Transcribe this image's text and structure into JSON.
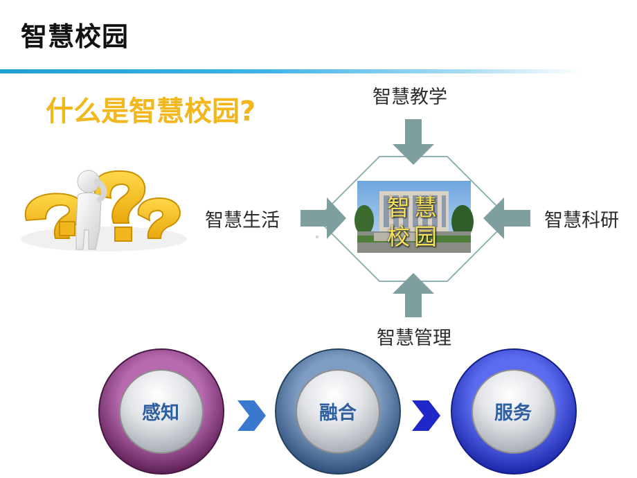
{
  "slide": {
    "title": "智慧校园",
    "question": "什么是智慧校园?"
  },
  "diagram": {
    "center_image_text_line1": "智慧",
    "center_image_text_line2": "校园",
    "labels": {
      "top": "智慧教学",
      "left": "智慧生活",
      "right": "智慧科研",
      "bottom": "智慧管理"
    },
    "arrow_color": "#7f9f9f",
    "octagon_stroke": "#8fb0b0"
  },
  "process": {
    "steps": [
      {
        "label": "感知",
        "ring_color": "#7a2e6e"
      },
      {
        "label": "融合",
        "ring_color": "#40638f"
      },
      {
        "label": "服务",
        "ring_color": "#2e3fc6"
      }
    ],
    "chevron_colors": [
      "#3a78d0",
      "#1f27c9"
    ]
  },
  "colors": {
    "title_rule": "#1e9fd6",
    "question_text": "#f2b71c"
  }
}
